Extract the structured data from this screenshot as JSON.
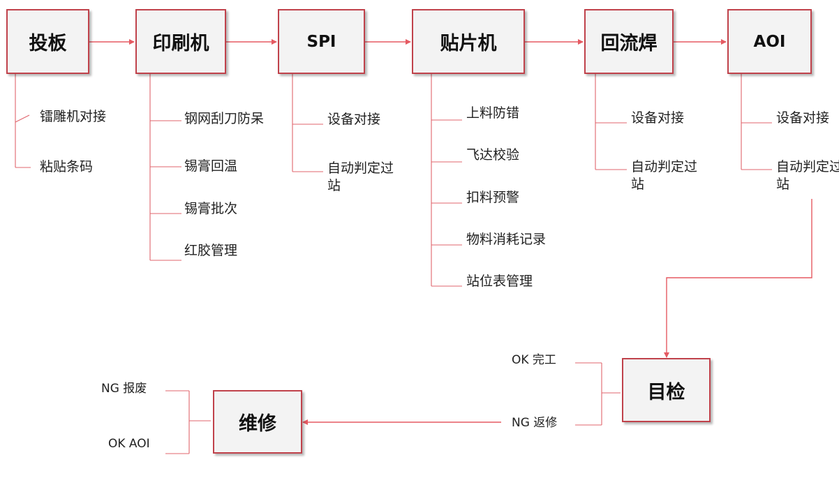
{
  "accent_color": "#c0424b",
  "line_color": "#e0656c",
  "arrow_color": "#e55a62",
  "steps": {
    "tou_ban": "投板",
    "yin_shua_ji": "印刷机",
    "spi": "SPI",
    "tie_pian_ji": "贴片机",
    "hui_liu_han": "回流焊",
    "aoi": "AOI",
    "mu_jian": "目检",
    "wei_xiu": "维修"
  },
  "features": {
    "tou_ban": [
      "镭雕机对接",
      "粘贴条码"
    ],
    "yin_shua_ji": [
      "钢网刮刀防呆",
      "锡膏回温",
      "锡膏批次",
      "红胶管理"
    ],
    "spi": [
      "设备对接",
      "自动判定过站"
    ],
    "tie_pian_ji": [
      "上料防错",
      "飞达校验",
      "扣料预警",
      "物料消耗记录",
      "站位表管理"
    ],
    "hui_liu_han": [
      "设备对接",
      "自动判定过站"
    ],
    "aoi": [
      "设备对接",
      "自动判定过站"
    ]
  },
  "outcomes": {
    "mu_jian_ok": "OK 完工",
    "mu_jian_ng": "NG 返修",
    "wei_xiu_ng": "NG 报废",
    "wei_xiu_ok": "OK AOI"
  }
}
